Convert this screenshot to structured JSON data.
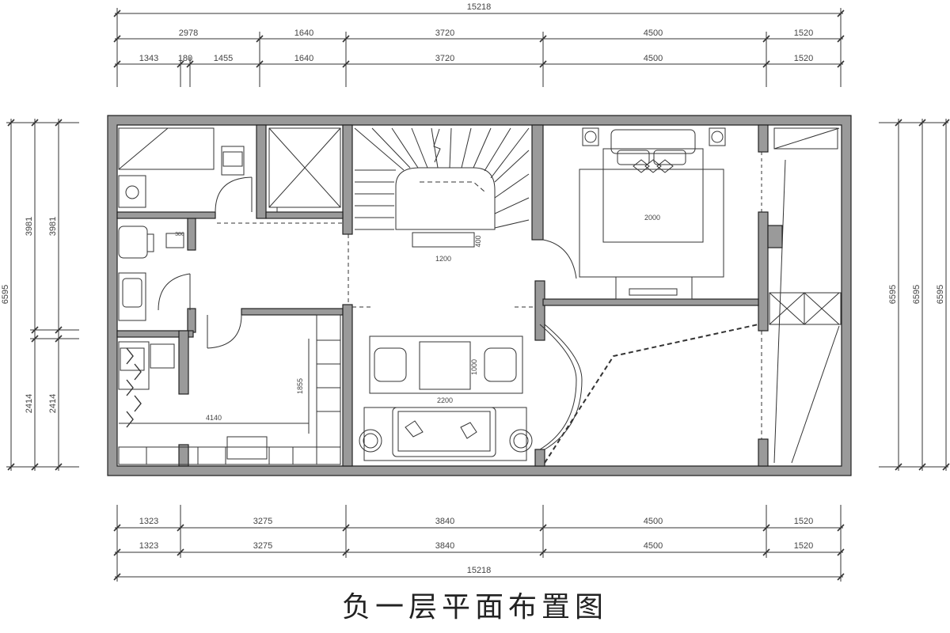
{
  "title": "负一层平面布置图",
  "dimensions": {
    "top_total": "15218",
    "top_row1": [
      "2978",
      "1640",
      "3720",
      "4500",
      "1520"
    ],
    "top_row2": [
      "1343",
      "180",
      "1455",
      "1640",
      "3720",
      "4500",
      "1520"
    ],
    "bottom_row1": [
      "1323",
      "3275",
      "3840",
      "4500",
      "1520"
    ],
    "bottom_row2": [
      "1323",
      "3275",
      "3840",
      "4500",
      "1520"
    ],
    "bottom_total": "15218",
    "left_outer": "6595",
    "left_a": [
      "3981",
      "2414"
    ],
    "left_b": [
      "3981",
      "2414"
    ],
    "right": [
      "6595",
      "6595",
      "6595"
    ]
  },
  "interior_labels": {
    "stair_table_w": "1200",
    "stair_table_d": "400",
    "bed_width": "2000",
    "dining_depth": "1000",
    "rug_width": "2200",
    "kitchen_width": "4140",
    "kitchen_depth": "1855",
    "bath_small": "380"
  },
  "colors": {
    "wall": "#9a9a9a",
    "line": "#222222",
    "dim": "#444444"
  }
}
